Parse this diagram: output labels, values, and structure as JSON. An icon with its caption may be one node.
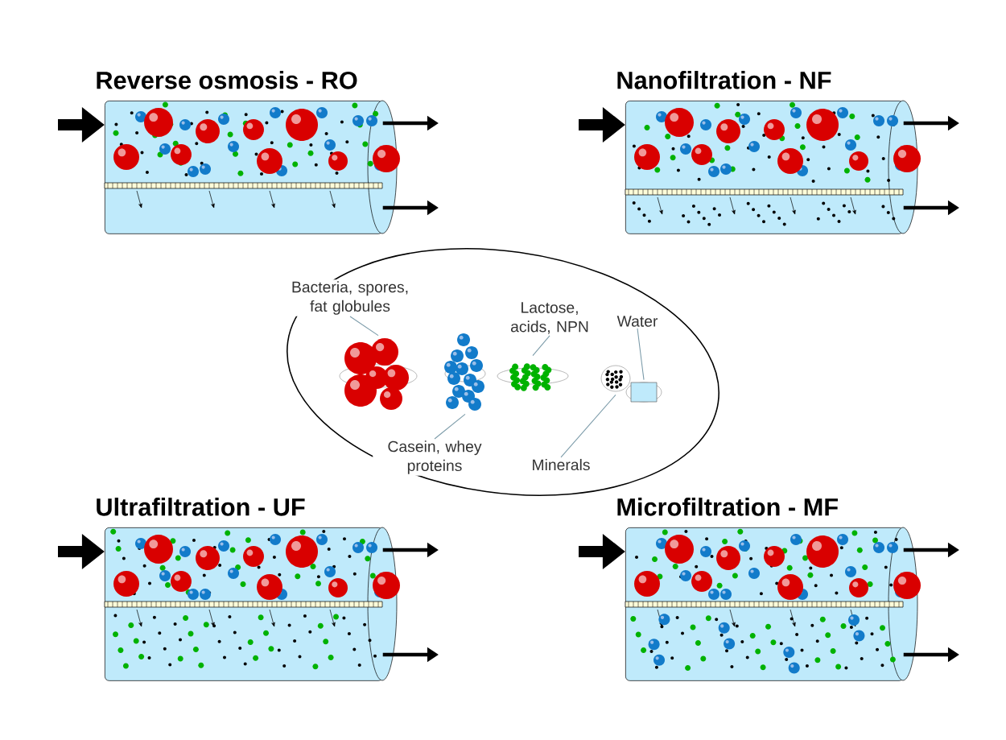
{
  "diagram": {
    "nodes": [
      {
        "text": [
          "Reverse osmosis - RO"
        ]
      },
      {
        "text": [
          "Nanofiltration - NF"
        ]
      },
      {
        "text": [
          "Ultrafiltration - UF"
        ]
      },
      {
        "text": [
          "Microfiltration - MF"
        ]
      },
      {
        "text": [],
        "shape": "ellipse"
      },
      {
        "text": [
          "Bacteria, spores, fat globules"
        ],
        "in": 4
      },
      {
        "text": [
          "Lactose, acids, NPN"
        ],
        "in": 4
      },
      {
        "text": [
          "Water"
        ],
        "in": 4
      },
      {
        "text": [
          "Casein, whey proteins"
        ],
        "in": 4
      },
      {
        "text": [
          "Minerals"
        ],
        "in": 4
      },
      {
        "text": [],
        "shape": "picture",
        "in": 4
      },
      {
        "text": [],
        "shape": "picture",
        "in": 4
      },
      {
        "text": [],
        "shape": "picture",
        "in": 4
      },
      {
        "text": [],
        "shape": "picture",
        "in": 4
      },
      {
        "text": [],
        "shape": "picture",
        "in": 4
      }
    ],
    "edges": [
      {
        "from": null,
        "to": 0,
        "arrow": "to",
        "style": "thick"
      },
      {
        "from": 0,
        "to": null,
        "arrow": "to"
      },
      {
        "from": 0,
        "to": null,
        "arrow": "to"
      },
      {
        "from": null,
        "to": 1,
        "arrow": "to",
        "style": "thick"
      },
      {
        "from": 1,
        "to": null,
        "arrow": "to"
      },
      {
        "from": 1,
        "to": null,
        "arrow": "to"
      },
      {
        "from": null,
        "to": 2,
        "arrow": "to",
        "style": "thick"
      },
      {
        "from": 2,
        "to": null,
        "arrow": "to"
      },
      {
        "from": 2,
        "to": null,
        "arrow": "to"
      },
      {
        "from": null,
        "to": 3,
        "arrow": "to",
        "style": "thick"
      },
      {
        "from": 3,
        "to": null,
        "arrow": "to"
      },
      {
        "from": 3,
        "to": null,
        "arrow": "to"
      },
      {
        "from": 5,
        "to": 10,
        "arrow": "none",
        "color": "#7a9aa8"
      },
      {
        "from": 6,
        "to": 12,
        "arrow": "none",
        "color": "#7a9aa8"
      },
      {
        "from": 7,
        "to": 14,
        "arrow": "none",
        "color": "#7a9aa8"
      },
      {
        "from": 8,
        "to": 11,
        "arrow": "none",
        "color": "#7a9aa8"
      },
      {
        "from": 9,
        "to": 13,
        "arrow": "none",
        "color": "#7a9aa8"
      }
    ]
  }
}
